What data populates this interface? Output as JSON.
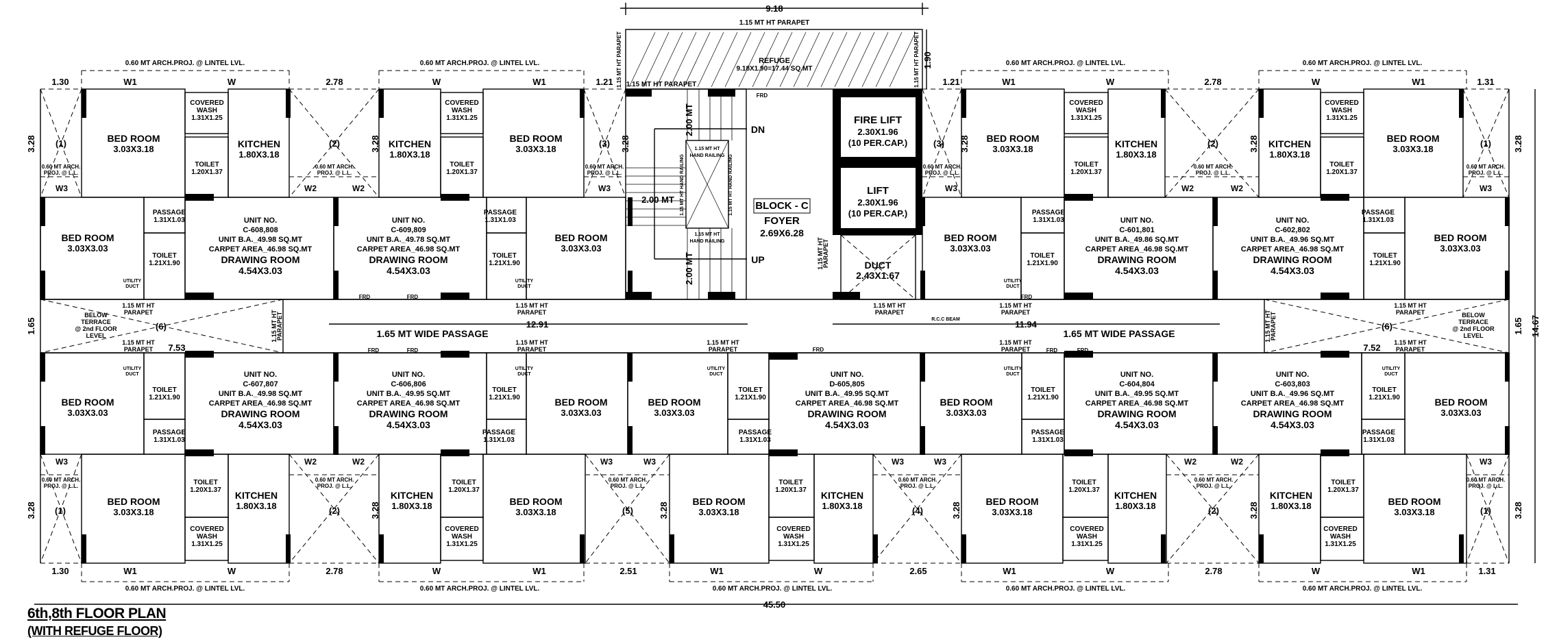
{
  "title": {
    "line1": "6th,8th FLOOR PLAN",
    "line2": "(WITH REFUGE FLOOR)"
  },
  "block": {
    "name": "BLOCK - C",
    "foyer": "FOYER",
    "foyer_size": "2.69X6.28"
  },
  "refuge": {
    "label": "REFUGE",
    "size": "9.18X1.90=17.44 SQ.MT"
  },
  "lifts": [
    {
      "name": "FIRE LIFT",
      "size": "2.30X1.96",
      "cap": "(10 PER.CAP.)"
    },
    {
      "name": "LIFT",
      "size": "2.30X1.96",
      "cap": "(10 PER.CAP.)"
    }
  ],
  "duct": {
    "name": "DUCT",
    "size": "2.43X1.67"
  },
  "stair": {
    "dn": "DN",
    "up": "UP",
    "width": "2.00 MT",
    "flight": "2.00 MT",
    "railing": "1.15 MT HT HAND RAILING",
    "railing_1": "1.15 MT HT",
    "railing_2": "HAND RAILING"
  },
  "notes": {
    "arch_proj": "0.60 MT ARCH.PROJ. @ LINTEL LVL.",
    "proj_ll_1": "0.60 MT ARCH.",
    "proj_ll_2": "PROJ. @ L.L.",
    "parapet": "1.15 MT HT PARAPET",
    "parapet_1": "1.15 MT HT",
    "parapet_2": "PARAPET",
    "terrace": [
      "BELOW",
      "TERRACE",
      "@ 2nd FLOOR",
      "LEVEL"
    ],
    "wide_passage": "1.65 MT WIDE PASSAGE",
    "frd": "FRD",
    "rcc_beam": "R.C.C BEAM",
    "utility": "UTILITY",
    "utility_duct": "DUCT"
  },
  "unit_label": "UNIT NO.",
  "units": [
    {
      "no": "C-608,808",
      "ba": "UNIT B.A._49.98 SQ.MT",
      "carpet": "CARPET AREA_46.98 SQ.MT",
      "room": "DRAWING ROOM",
      "size": "4.54X3.03"
    },
    {
      "no": "C-609,809",
      "ba": "UNIT B.A._49.78 SQ.MT",
      "carpet": "CARPET AREA_46.98 SQ.MT",
      "room": "DRAWING ROOM",
      "size": "4.54X3.03"
    },
    {
      "no": "C-601,801",
      "ba": "UNIT B.A._49.86 SQ.MT",
      "carpet": "CARPET AREA_46.98 SQ.MT",
      "room": "DRAWING ROOM",
      "size": "4.54X3.03"
    },
    {
      "no": "C-602,802",
      "ba": "UNIT B.A._49.96 SQ.MT",
      "carpet": "CARPET AREA_46.98 SQ.MT",
      "room": "DRAWING ROOM",
      "size": "4.54X3.03"
    },
    {
      "no": "C-607,807",
      "ba": "UNIT B.A._49.98 SQ.MT",
      "carpet": "CARPET AREA_46.98 SQ.MT",
      "room": "DRAWING ROOM",
      "size": "4.54X3.03"
    },
    {
      "no": "C-606,806",
      "ba": "UNIT B.A._49.95 SQ.MT",
      "carpet": "CARPET AREA_46.98 SQ.MT",
      "room": "DRAWING ROOM",
      "size": "4.54X3.03"
    },
    {
      "no": "D-605,805",
      "ba": "UNIT B.A._49.95 SQ.MT",
      "carpet": "CARPET AREA_46.98 SQ.MT",
      "room": "DRAWING ROOM",
      "size": "4.54X3.03"
    },
    {
      "no": "C-604,804",
      "ba": "UNIT B.A._49.95 SQ.MT",
      "carpet": "CARPET AREA_46.98 SQ.MT",
      "room": "DRAWING ROOM",
      "size": "4.54X3.03"
    },
    {
      "no": "C-603,803",
      "ba": "UNIT B.A._49.96 SQ.MT",
      "carpet": "CARPET AREA_46.98 SQ.MT",
      "room": "DRAWING ROOM",
      "size": "4.54X3.03"
    }
  ],
  "rooms": [
    {
      "name": "BED ROOM",
      "size": "3.03X3.18"
    },
    {
      "name": "COVERED",
      "name2": "WASH",
      "size": "1.31X1.25"
    },
    {
      "name": "TOILET",
      "size": "1.20X1.37"
    },
    {
      "name": "KITCHEN",
      "size": "1.80X3.18"
    },
    {
      "name": "KITCHEN",
      "size": "1.80X3.18"
    },
    {
      "name": "COVERED",
      "name2": "WASH",
      "size": "1.31X1.25"
    },
    {
      "name": "TOILET",
      "size": "1.20X1.37"
    },
    {
      "name": "BED ROOM",
      "size": "3.03X3.18"
    },
    {
      "name": "BED ROOM",
      "size": "3.03X3.18"
    },
    {
      "name": "COVERED",
      "name2": "WASH",
      "size": "1.31X1.25"
    },
    {
      "name": "TOILET",
      "size": "1.20X1.37"
    },
    {
      "name": "KITCHEN",
      "size": "1.80X3.18"
    },
    {
      "name": "KITCHEN",
      "size": "1.80X3.18"
    },
    {
      "name": "COVERED",
      "name2": "WASH",
      "size": "1.31X1.25"
    },
    {
      "name": "TOILET",
      "size": "1.20X1.37"
    },
    {
      "name": "BED ROOM",
      "size": "3.03X3.18"
    },
    {
      "name": "BED ROOM",
      "size": "3.03X3.03"
    },
    {
      "name": "PASSAGE",
      "size": "1.31X1.03"
    },
    {
      "name": "TOILET",
      "size": "1.21X1.90"
    },
    {
      "name": "PASSAGE",
      "size": "1.31X1.03"
    },
    {
      "name": "TOILET",
      "size": "1.21X1.90"
    },
    {
      "name": "BED ROOM",
      "size": "3.03X3.03"
    },
    {
      "name": "BED ROOM",
      "size": "3.03X3.03"
    },
    {
      "name": "TOILET",
      "size": "1.21X1.90"
    },
    {
      "name": "PASSAGE",
      "size": "1.31X1.03"
    },
    {
      "name": "PASSAGE",
      "size": "1.31X1.03"
    },
    {
      "name": "TOILET",
      "size": "1.21X1.90"
    },
    {
      "name": "BED ROOM",
      "size": "3.03X3.03"
    },
    {
      "name": "BED ROOM",
      "size": "3.03X3.03"
    },
    {
      "name": "TOILET",
      "size": "1.21X1.90"
    },
    {
      "name": "PASSAGE",
      "size": "1.31X1.03"
    },
    {
      "name": "TOILET",
      "size": "1.21X1.90"
    },
    {
      "name": "PASSAGE",
      "size": "1.31X1.03"
    },
    {
      "name": "BED ROOM",
      "size": "3.03X3.03"
    },
    {
      "name": "BED ROOM",
      "size": "3.03X3.03"
    },
    {
      "name": "TOILET",
      "size": "1.21X1.90"
    },
    {
      "name": "PASSAGE",
      "size": "1.31X1.03"
    },
    {
      "name": "BED ROOM",
      "size": "3.03X3.03"
    },
    {
      "name": "TOILET",
      "size": "1.21X1.90"
    },
    {
      "name": "PASSAGE",
      "size": "1.31X1.03"
    },
    {
      "name": "TOILET",
      "size": "1.21X1.90"
    },
    {
      "name": "PASSAGE",
      "size": "1.31X1.03"
    },
    {
      "name": "BED ROOM",
      "size": "3.03X3.03"
    },
    {
      "name": "BED ROOM",
      "size": "3.03X3.18"
    },
    {
      "name": "TOILET",
      "size": "1.20X1.37"
    },
    {
      "name": "COVERED",
      "name2": "WASH",
      "size": "1.31X1.25"
    },
    {
      "name": "KITCHEN",
      "size": "1.80X3.18"
    },
    {
      "name": "KITCHEN",
      "size": "1.80X3.18"
    },
    {
      "name": "TOILET",
      "size": "1.20X1.37"
    },
    {
      "name": "COVERED",
      "name2": "WASH",
      "size": "1.31X1.25"
    },
    {
      "name": "BED ROOM",
      "size": "3.03X3.18"
    },
    {
      "name": "BED ROOM",
      "size": "3.03X3.18"
    },
    {
      "name": "TOILET",
      "size": "1.20X1.37"
    },
    {
      "name": "COVERED",
      "name2": "WASH",
      "size": "1.31X1.25"
    },
    {
      "name": "KITCHEN",
      "size": "1.80X3.18"
    },
    {
      "name": "BED ROOM",
      "size": "3.03X3.18"
    },
    {
      "name": "TOILET",
      "size": "1.20X1.37"
    },
    {
      "name": "COVERED",
      "name2": "WASH",
      "size": "1.31X1.25"
    },
    {
      "name": "KITCHEN",
      "size": "1.80X3.18"
    },
    {
      "name": "KITCHEN",
      "size": "1.80X3.18"
    },
    {
      "name": "TOILET",
      "size": "1.20X1.37"
    },
    {
      "name": "COVERED",
      "name2": "WASH",
      "size": "1.31X1.25"
    },
    {
      "name": "BED ROOM",
      "size": "3.03X3.18"
    }
  ],
  "dimensions": [
    "9.18",
    "1.90",
    "1.30",
    "W1",
    "W",
    "2.78",
    "W",
    "W1",
    "1.21",
    "1.21",
    "W1",
    "W",
    "2.78",
    "W",
    "W1",
    "1.31",
    "1.30",
    "W1",
    "W",
    "2.78",
    "W",
    "W1",
    "2.51",
    "W1",
    "W",
    "2.65",
    "W1",
    "W",
    "2.78",
    "W",
    "W1",
    "1.31",
    "45.50",
    "12.91",
    "11.94",
    "7.53",
    "7.52",
    "3.28",
    "1.65",
    "3.28",
    "3.28",
    "1.65",
    "3.28",
    "14.67",
    "3.28",
    "3.28",
    "3.28",
    "3.28",
    "3.28",
    "3.28",
    "3.28",
    "3.28"
  ],
  "windows": [
    "W3",
    "W2",
    "W2",
    "W3",
    "W3",
    "W2",
    "W2",
    "W3",
    "W3",
    "W2",
    "W2",
    "W3",
    "W3",
    "W3",
    "W3",
    "W2",
    "W2",
    "W3"
  ],
  "projections": [
    "(1)",
    "(2)",
    "(3)",
    "(3)",
    "(2)",
    "(1)",
    "(1)",
    "(2)",
    "(5)",
    "(4)",
    "(2)",
    "(1)",
    "(6)",
    "(6)"
  ]
}
